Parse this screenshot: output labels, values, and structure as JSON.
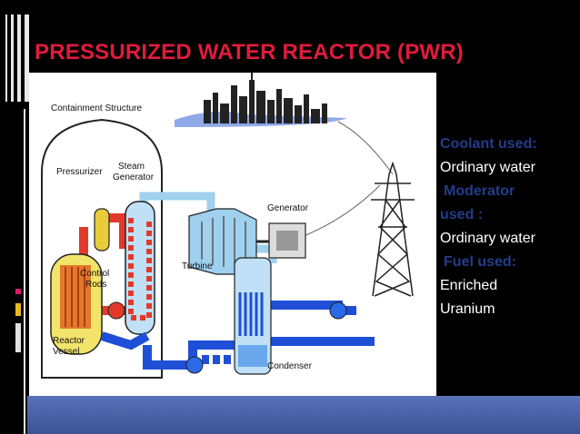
{
  "slide": {
    "title": "PRESSURIZED WATER REACTOR (PWR)"
  },
  "diagram": {
    "labels": {
      "containment": "Containment Structure",
      "pressurizer": "Pressurizer",
      "steam_generator_1": "Steam",
      "steam_generator_2": "Generator",
      "generator": "Generator",
      "turbine": "Turbine",
      "control_rods_1": "Control",
      "control_rods_2": "Rods",
      "reactor_vessel_1": "Reactor",
      "reactor_vessel_2": "Vessel",
      "condenser": "Condenser"
    }
  },
  "info": {
    "coolant_heading": "Coolant used:",
    "coolant_value": "Ordinary water",
    "moderator_heading_1": "Moderator",
    "moderator_heading_2": "used :",
    "moderator_value": "Ordinary water",
    "fuel_heading": "Fuel used:",
    "fuel_value_1": "Enriched",
    "fuel_value_2": "Uranium"
  },
  "colors": {
    "title": "#e01b3c",
    "heading": "#243c8c",
    "text": "#ffffff",
    "hot_loop": "#e23a2a",
    "cold_loop": "#1f4fd6",
    "steam_line": "#9fd0ee",
    "band": "#4a62a8"
  }
}
